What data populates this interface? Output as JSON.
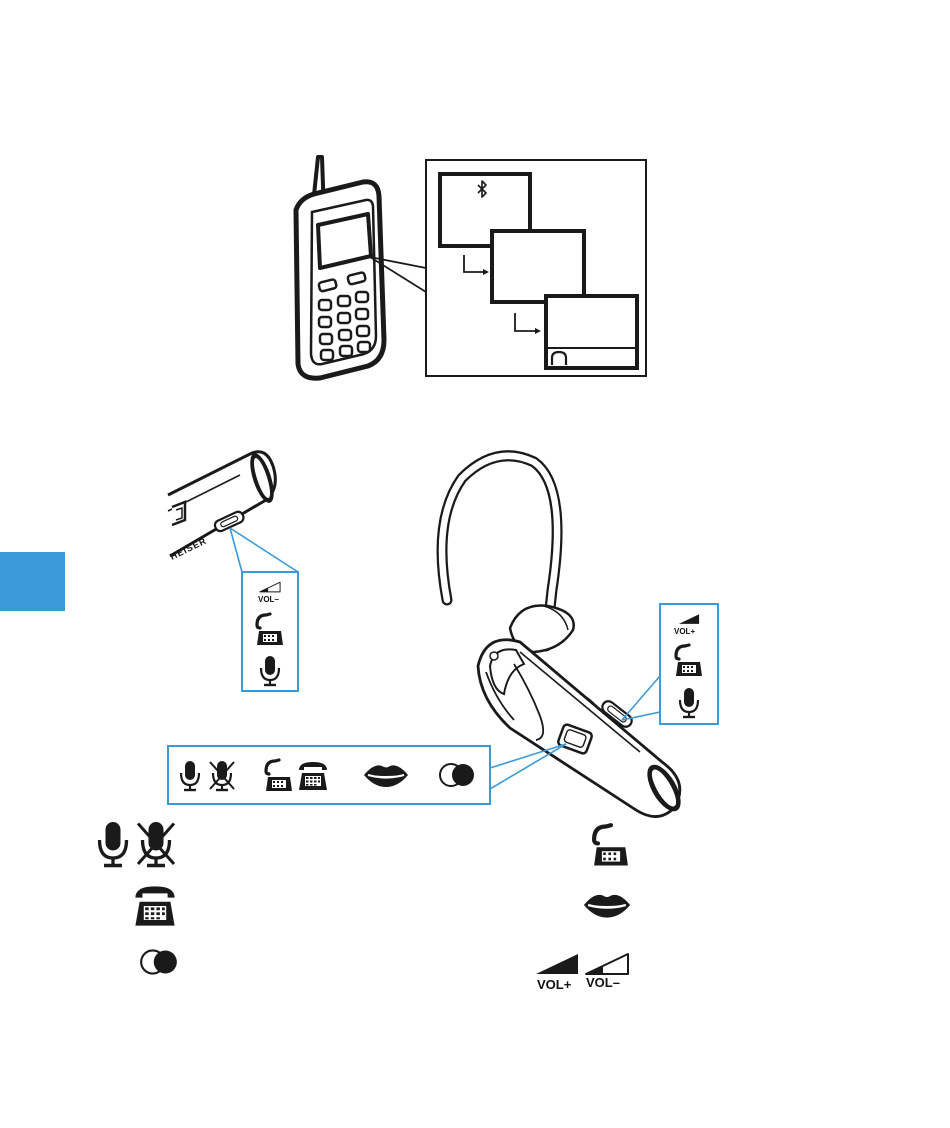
{
  "colors": {
    "ink": "#1a1a1a",
    "callout": "#3a9ad9",
    "side_tab": "#3a9ad9",
    "paper": "#ffffff"
  },
  "phone_screens": {
    "screen1_icon": "bluetooth-icon",
    "screen3_icon": "headset-icon"
  },
  "headset": {
    "brand_fragment": "HEISER"
  },
  "left_callout": {
    "icons": [
      "volume-down-icon",
      "hook-off-icon",
      "microphone-icon"
    ],
    "vol_label": "VOL–"
  },
  "right_callout": {
    "icons": [
      "volume-up-icon",
      "hook-off-icon",
      "microphone-icon"
    ],
    "vol_label": "VOL+"
  },
  "bottom_callout": {
    "icons": [
      "microphone-icon",
      "microphone-muted-icon",
      "hook-off-icon",
      "telephone-icon",
      "lips-icon",
      "toggle-icon"
    ]
  },
  "legend": {
    "vol_plus": "VOL+",
    "vol_minus": "VOL–",
    "left": [
      "mic-mute-icon-pair",
      "telephone-icon",
      "toggle-icon"
    ],
    "right": [
      "hook-off-icon",
      "lips-icon",
      "volume-pair-icon"
    ]
  }
}
